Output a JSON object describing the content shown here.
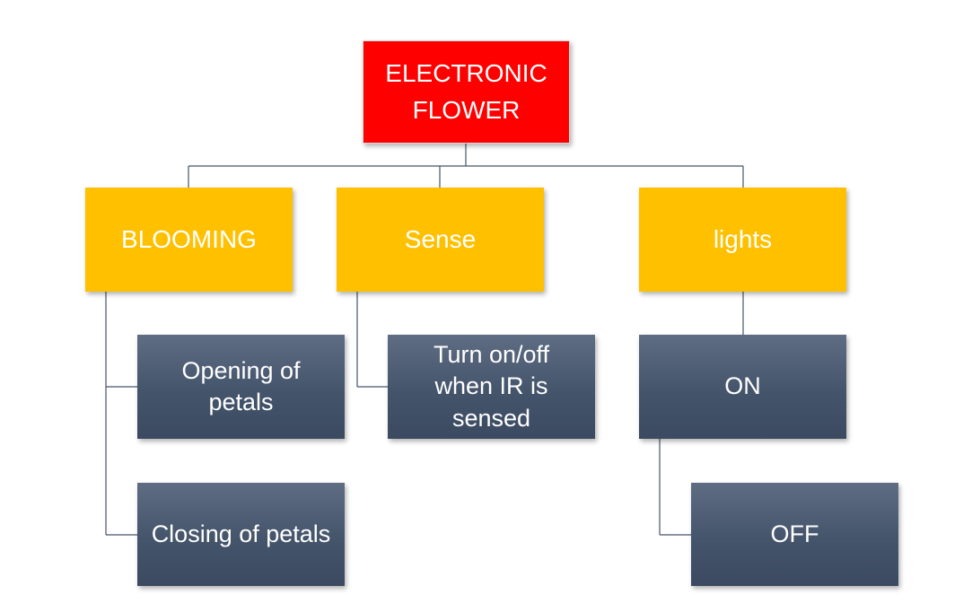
{
  "diagram": {
    "type": "hierarchy",
    "colors": {
      "root": "#ff0000",
      "level1": "#ffc000",
      "level2": "#44546a",
      "connector": "#44546a",
      "text": "#ffffff"
    },
    "root": {
      "line1": "ELECTRONIC",
      "line2": "FLOWER"
    },
    "blooming": {
      "label": "BLOOMING",
      "opening": {
        "line1": "Opening of",
        "line2": "petals"
      },
      "closing": {
        "label": "Closing of petals"
      }
    },
    "sense": {
      "label": "Sense",
      "turn": {
        "line1": "Turn on/off",
        "line2": "when IR is",
        "line3": "sensed"
      }
    },
    "lights": {
      "label": "lights",
      "on": {
        "label": "ON"
      },
      "off": {
        "label": "OFF"
      }
    }
  }
}
